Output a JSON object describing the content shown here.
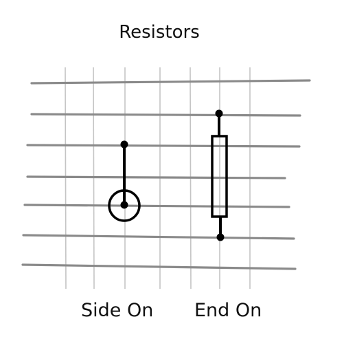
{
  "diagram": {
    "title": "Resistors",
    "captions": {
      "side_on": "Side On",
      "end_on": "End On"
    },
    "colors": {
      "background": "#ffffff",
      "grid_horizontal": "#8a8a8a",
      "grid_vertical": "#c4c4c4",
      "symbol": "#000000",
      "text": "#111111"
    }
  }
}
